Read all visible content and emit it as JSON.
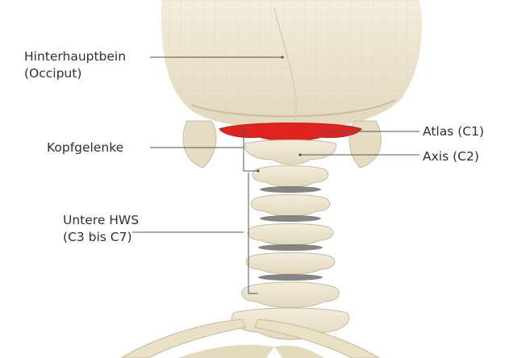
{
  "figure": {
    "labels": {
      "occiput_line1": "Hinterhauptbein",
      "occiput_line2": "(Occiput)",
      "kopfgelenke": "Kopfgelenke",
      "lower_hws_line1": "Untere HWS",
      "lower_hws_line2": "(C3 bis C7)",
      "atlas": "Atlas (C1)",
      "axis": "Axis (C2)"
    },
    "colors": {
      "highlight": "#e0231e",
      "bone": "#ece4cf",
      "leader_line": "#555555",
      "text": "#2f2f2f",
      "background": "#ffffff"
    }
  }
}
